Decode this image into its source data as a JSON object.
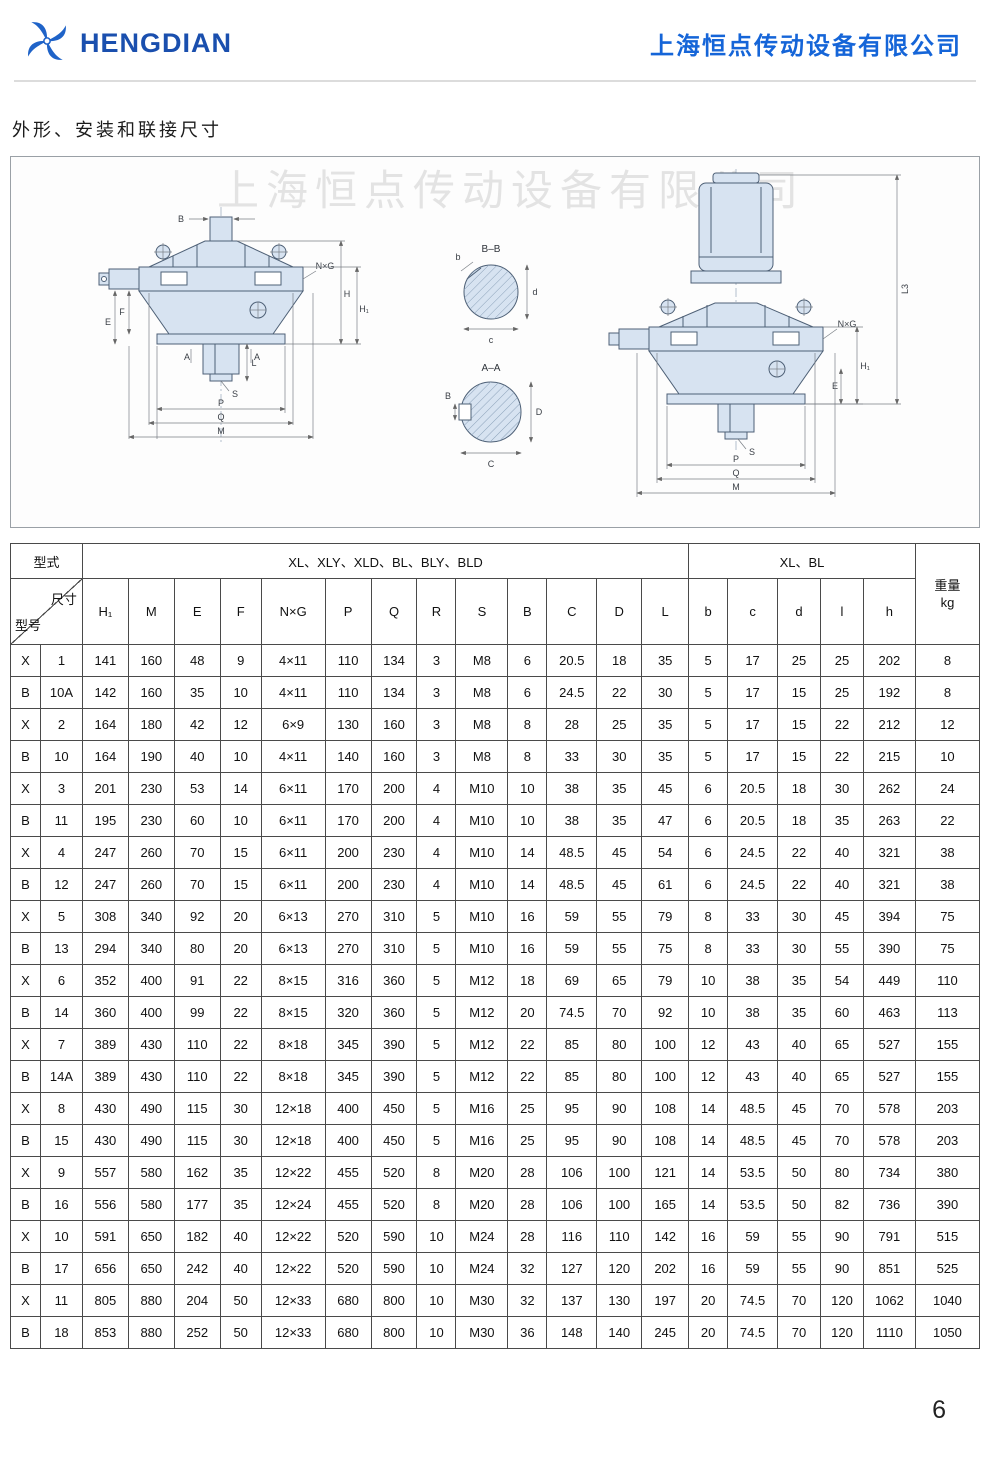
{
  "header": {
    "logo_text": "HENGDIAN",
    "company_name": "上海恒点传动设备有限公司"
  },
  "section_title": "外形、安装和联接尺寸",
  "page_number": "6",
  "diagram": {
    "watermark": "上海恒点传动设备有限公司",
    "labels": {
      "B": "B",
      "H": "H",
      "H1": "H₁",
      "NxG": "N×G",
      "E": "E",
      "F": "F",
      "S": "S",
      "A": "A",
      "L": "L",
      "P": "P",
      "Q": "Q",
      "M": "M",
      "L3": "L3",
      "bb": "B–B",
      "aa": "A–A",
      "b": "b",
      "c": "c",
      "d": "d",
      "C": "C",
      "D": "D"
    }
  },
  "table": {
    "header": {
      "type_label": "型式",
      "group1": "XL、XLY、XLD、BL、BLY、BLD",
      "group2": "XL、BL",
      "weight_line1": "重量",
      "weight_line2": "kg",
      "corner_top": "尺寸",
      "corner_bottom": "型号"
    },
    "columns": [
      "H₁",
      "M",
      "E",
      "F",
      "N×G",
      "P",
      "Q",
      "R",
      "S",
      "B",
      "C",
      "D",
      "L",
      "b",
      "c",
      "d",
      "l",
      "h"
    ],
    "rows": [
      {
        "series": "X",
        "model": "1",
        "values": [
          "141",
          "160",
          "48",
          "9",
          "4×11",
          "110",
          "134",
          "3",
          "M8",
          "6",
          "20.5",
          "18",
          "35",
          "5",
          "17",
          "25",
          "25",
          "202",
          "8"
        ]
      },
      {
        "series": "B",
        "model": "10A",
        "values": [
          "142",
          "160",
          "35",
          "10",
          "4×11",
          "110",
          "134",
          "3",
          "M8",
          "6",
          "24.5",
          "22",
          "30",
          "5",
          "17",
          "15",
          "25",
          "192",
          "8"
        ]
      },
      {
        "series": "X",
        "model": "2",
        "values": [
          "164",
          "180",
          "42",
          "12",
          "6×9",
          "130",
          "160",
          "3",
          "M8",
          "8",
          "28",
          "25",
          "35",
          "5",
          "17",
          "15",
          "22",
          "212",
          "12"
        ]
      },
      {
        "series": "B",
        "model": "10",
        "values": [
          "164",
          "190",
          "40",
          "10",
          "4×11",
          "140",
          "160",
          "3",
          "M8",
          "8",
          "33",
          "30",
          "35",
          "5",
          "17",
          "15",
          "22",
          "215",
          "10"
        ]
      },
      {
        "series": "X",
        "model": "3",
        "values": [
          "201",
          "230",
          "53",
          "14",
          "6×11",
          "170",
          "200",
          "4",
          "M10",
          "10",
          "38",
          "35",
          "45",
          "6",
          "20.5",
          "18",
          "30",
          "262",
          "24"
        ]
      },
      {
        "series": "B",
        "model": "11",
        "values": [
          "195",
          "230",
          "60",
          "10",
          "6×11",
          "170",
          "200",
          "4",
          "M10",
          "10",
          "38",
          "35",
          "47",
          "6",
          "20.5",
          "18",
          "35",
          "263",
          "22"
        ]
      },
      {
        "series": "X",
        "model": "4",
        "values": [
          "247",
          "260",
          "70",
          "15",
          "6×11",
          "200",
          "230",
          "4",
          "M10",
          "14",
          "48.5",
          "45",
          "54",
          "6",
          "24.5",
          "22",
          "40",
          "321",
          "38"
        ]
      },
      {
        "series": "B",
        "model": "12",
        "values": [
          "247",
          "260",
          "70",
          "15",
          "6×11",
          "200",
          "230",
          "4",
          "M10",
          "14",
          "48.5",
          "45",
          "61",
          "6",
          "24.5",
          "22",
          "40",
          "321",
          "38"
        ]
      },
      {
        "series": "X",
        "model": "5",
        "values": [
          "308",
          "340",
          "92",
          "20",
          "6×13",
          "270",
          "310",
          "5",
          "M10",
          "16",
          "59",
          "55",
          "79",
          "8",
          "33",
          "30",
          "45",
          "394",
          "75"
        ]
      },
      {
        "series": "B",
        "model": "13",
        "values": [
          "294",
          "340",
          "80",
          "20",
          "6×13",
          "270",
          "310",
          "5",
          "M10",
          "16",
          "59",
          "55",
          "75",
          "8",
          "33",
          "30",
          "55",
          "390",
          "75"
        ]
      },
      {
        "series": "X",
        "model": "6",
        "values": [
          "352",
          "400",
          "91",
          "22",
          "8×15",
          "316",
          "360",
          "5",
          "M12",
          "18",
          "69",
          "65",
          "79",
          "10",
          "38",
          "35",
          "54",
          "449",
          "110"
        ]
      },
      {
        "series": "B",
        "model": "14",
        "values": [
          "360",
          "400",
          "99",
          "22",
          "8×15",
          "320",
          "360",
          "5",
          "M12",
          "20",
          "74.5",
          "70",
          "92",
          "10",
          "38",
          "35",
          "60",
          "463",
          "113"
        ]
      },
      {
        "series": "X",
        "model": "7",
        "values": [
          "389",
          "430",
          "110",
          "22",
          "8×18",
          "345",
          "390",
          "5",
          "M12",
          "22",
          "85",
          "80",
          "100",
          "12",
          "43",
          "40",
          "65",
          "527",
          "155"
        ]
      },
      {
        "series": "B",
        "model": "14A",
        "values": [
          "389",
          "430",
          "110",
          "22",
          "8×18",
          "345",
          "390",
          "5",
          "M12",
          "22",
          "85",
          "80",
          "100",
          "12",
          "43",
          "40",
          "65",
          "527",
          "155"
        ]
      },
      {
        "series": "X",
        "model": "8",
        "values": [
          "430",
          "490",
          "115",
          "30",
          "12×18",
          "400",
          "450",
          "5",
          "M16",
          "25",
          "95",
          "90",
          "108",
          "14",
          "48.5",
          "45",
          "70",
          "578",
          "203"
        ]
      },
      {
        "series": "B",
        "model": "15",
        "values": [
          "430",
          "490",
          "115",
          "30",
          "12×18",
          "400",
          "450",
          "5",
          "M16",
          "25",
          "95",
          "90",
          "108",
          "14",
          "48.5",
          "45",
          "70",
          "578",
          "203"
        ]
      },
      {
        "series": "X",
        "model": "9",
        "values": [
          "557",
          "580",
          "162",
          "35",
          "12×22",
          "455",
          "520",
          "8",
          "M20",
          "28",
          "106",
          "100",
          "121",
          "14",
          "53.5",
          "50",
          "80",
          "734",
          "380"
        ]
      },
      {
        "series": "B",
        "model": "16",
        "values": [
          "556",
          "580",
          "177",
          "35",
          "12×24",
          "455",
          "520",
          "8",
          "M20",
          "28",
          "106",
          "100",
          "165",
          "14",
          "53.5",
          "50",
          "82",
          "736",
          "390"
        ]
      },
      {
        "series": "X",
        "model": "10",
        "values": [
          "591",
          "650",
          "182",
          "40",
          "12×22",
          "520",
          "590",
          "10",
          "M24",
          "28",
          "116",
          "110",
          "142",
          "16",
          "59",
          "55",
          "90",
          "791",
          "515"
        ]
      },
      {
        "series": "B",
        "model": "17",
        "values": [
          "656",
          "650",
          "242",
          "40",
          "12×22",
          "520",
          "590",
          "10",
          "M24",
          "32",
          "127",
          "120",
          "202",
          "16",
          "59",
          "55",
          "90",
          "851",
          "525"
        ]
      },
      {
        "series": "X",
        "model": "11",
        "values": [
          "805",
          "880",
          "204",
          "50",
          "12×33",
          "680",
          "800",
          "10",
          "M30",
          "32",
          "137",
          "130",
          "197",
          "20",
          "74.5",
          "70",
          "120",
          "1062",
          "1040"
        ]
      },
      {
        "series": "B",
        "model": "18",
        "values": [
          "853",
          "880",
          "252",
          "50",
          "12×33",
          "680",
          "800",
          "10",
          "M30",
          "36",
          "148",
          "140",
          "245",
          "20",
          "74.5",
          "70",
          "120",
          "1110",
          "1050"
        ]
      }
    ]
  }
}
